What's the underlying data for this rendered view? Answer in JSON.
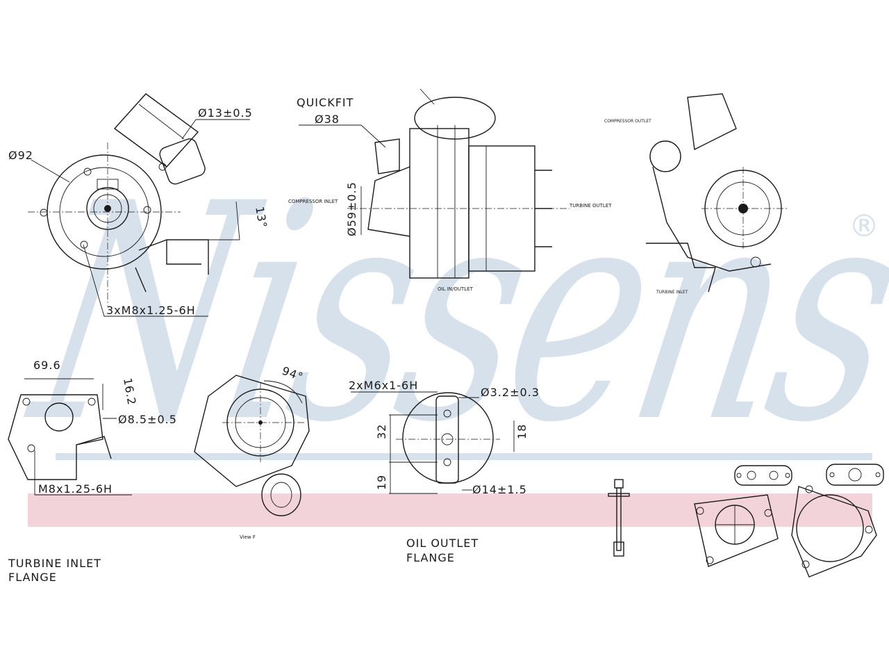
{
  "watermark": {
    "brand": "Nissens",
    "registered_mark": "®",
    "brand_color": "#d6e1ec",
    "stripe_color": "#f3d3da"
  },
  "labels": {
    "d13": "Ø13±0.5",
    "d92": "Ø92",
    "angle13": "13°",
    "thread_front": "3xM8x1.25-6H",
    "quickfit": "QUICKFIT",
    "quickfit_size": "Ø38",
    "compressor_inlet": "COMPRESSOR INLET",
    "d59": "Ø59±0.5",
    "turbine_outlet": "TURBINE OUTLET",
    "oil_inlet": "OIL IN/OUTLET",
    "compressor_outlet": "COMPRESSOR OUTLET",
    "turbine_inlet_small": "TURBINE INLET",
    "d69": "69.6",
    "d16": "16.2",
    "d85": "Ø8.5±0.5",
    "thread_flange": "M8x1.25-6H",
    "angle94": "94°",
    "view_f": "View F",
    "thread_oil": "2xM6x1-6H",
    "d32c": "Ø3.2±0.3",
    "d32": "32",
    "d18": "18",
    "d19": "19",
    "d14": "Ø14±1.5",
    "turbine_inlet_flange_l1": "TURBINE INLET",
    "turbine_inlet_flange_l2": "FLANGE",
    "oil_outlet_flange_l1": "OIL OUTLET",
    "oil_outlet_flange_l2": "FLANGE"
  }
}
